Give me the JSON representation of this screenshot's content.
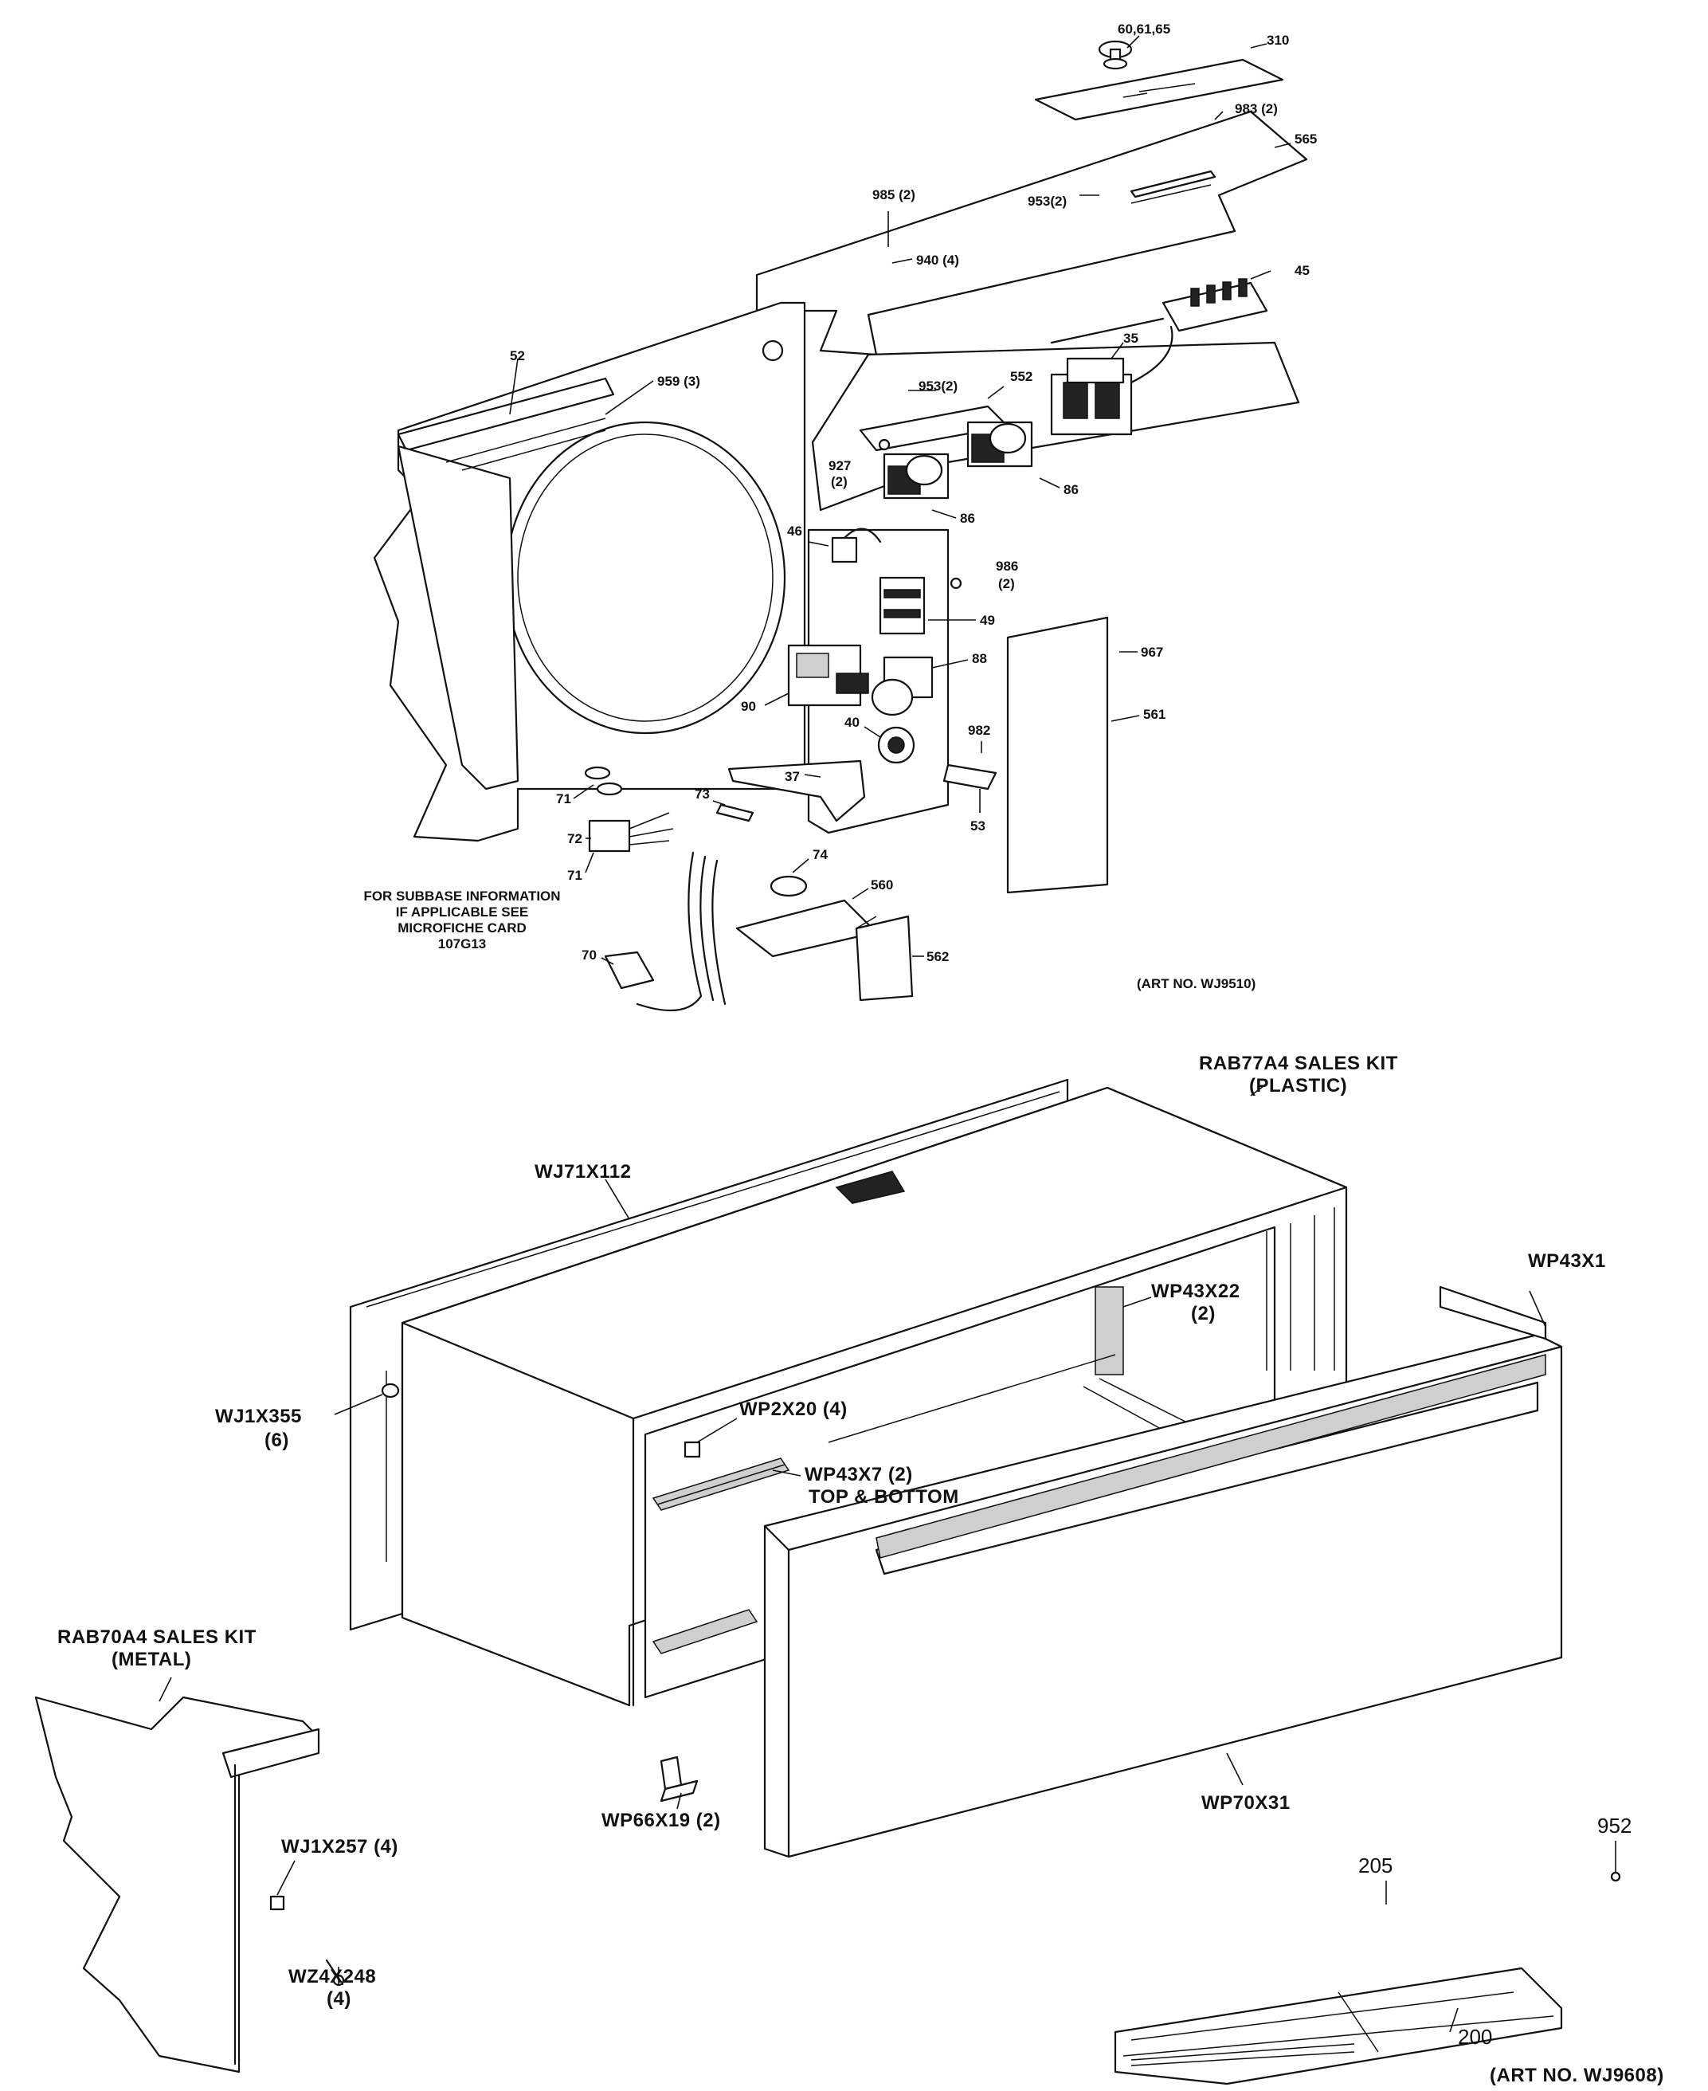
{
  "upper_view": {
    "parts": {
      "p_60_61_65": "60,61,65",
      "p_310": "310",
      "p_983": "983 (2)",
      "p_565": "565",
      "p_985": "985 (2)",
      "p_953a": "953(2)",
      "p_940": "940 (4)",
      "p_45": "45",
      "p_52": "52",
      "p_959": "959 (3)",
      "p_35": "35",
      "p_953b": "953(2)",
      "p_552": "552",
      "p_927": "927",
      "p_927_qty": "(2)",
      "p_86a": "86",
      "p_86b": "86",
      "p_46": "46",
      "p_986": "986",
      "p_986_qty": "(2)",
      "p_49": "49",
      "p_967": "967",
      "p_88": "88",
      "p_90": "90",
      "p_561": "561",
      "p_40": "40",
      "p_982": "982",
      "p_37": "37",
      "p_53": "53",
      "p_73": "73",
      "p_71a": "71",
      "p_72": "72",
      "p_71b": "71",
      "p_74": "74",
      "p_560": "560",
      "p_70": "70",
      "p_562": "562"
    },
    "note": [
      "FOR SUBBASE INFORMATION",
      "IF APPLICABLE SEE",
      "MICROFICHE CARD",
      "107G13"
    ],
    "art_no": "(ART NO. WJ9510)"
  },
  "lower_view": {
    "parts": {
      "rab77_1": "RAB77A4 SALES KIT",
      "rab77_2": "(PLASTIC)",
      "wj71": "WJ71X112",
      "wp43x1": "WP43X1",
      "wp43x22": "WP43X22",
      "wp43x22_qty": "(2)",
      "wj1x355": "WJ1X355",
      "wj1x355_qty": "(6)",
      "wp2x20": "WP2X20 (4)",
      "wp43x7": "WP43X7 (2)",
      "top_bottom": "TOP & BOTTOM",
      "rab70_1": "RAB70A4 SALES KIT",
      "rab70_2": "(METAL)",
      "wp70x31": "WP70X31",
      "wp66x19": "WP66X19 (2)",
      "wj1x257": "WJ1X257 (4)",
      "wz4x248": "WZ4X248",
      "wz4x248_qty": "(4)",
      "p_952": "952",
      "p_205": "205",
      "p_200": "200"
    },
    "art_no": "(ART NO. WJ9608)"
  }
}
